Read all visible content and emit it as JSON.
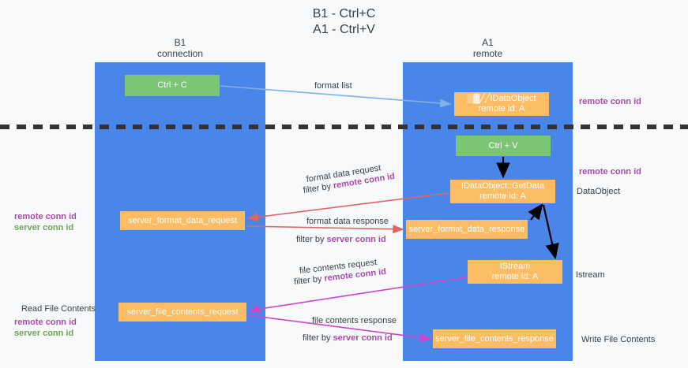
{
  "title": "B1 - Ctrl+C\nA1 - Ctrl+V",
  "lanes": [
    {
      "id": "b1",
      "header": "B1\nconnection"
    },
    {
      "id": "a1",
      "header": "A1\nremote"
    }
  ],
  "nodes": {
    "ctrl_c": {
      "label": "Ctrl + C",
      "color": "#7cc576"
    },
    "ctrl_v": {
      "label": "Ctrl + V",
      "color": "#7cc576"
    },
    "idataobject": {
      "line1": "▒▓╱╱IDataObject",
      "line2": "remote id: A",
      "color": "#fbbc63"
    },
    "getdata": {
      "line1": "IDataObject::GetData",
      "line2": "remote id: A",
      "color": "#fbbc63"
    },
    "istream": {
      "line1": "IStream",
      "line2": "remote id: A",
      "color": "#fbbc63"
    },
    "server_format_data_request": {
      "label": "server_format_data_request",
      "color": "#fbbc63"
    },
    "server_format_data_response": {
      "label": "server_format_data_response",
      "color": "#fbbc63"
    },
    "server_file_contents_request": {
      "label": "server_file_contents_request",
      "color": "#fbbc63"
    },
    "server_file_contents_response": {
      "label": "server_file_contents_response",
      "color": "#fbbc63"
    }
  },
  "edge_labels": {
    "format_list": "format list",
    "format_data_request": "format data request",
    "format_data_request_filter_prefix": "filter by ",
    "format_data_request_filter_key": "remote conn id",
    "format_data_response": "format data response",
    "format_data_response_filter_prefix": "filter by ",
    "format_data_response_filter_key": "server conn id",
    "file_contents_request": "file contents request",
    "file_contents_request_filter_prefix": "filter by ",
    "file_contents_request_filter_key": "remote conn id",
    "file_contents_response": "file contents response",
    "file_contents_response_filter_prefix": "filter by ",
    "file_contents_response_filter_key": "server conn id"
  },
  "side_labels": {
    "left_remote_conn_id": "remote conn id",
    "left_server_conn_id": "server conn id",
    "read_file_contents": "Read File Contents",
    "left_remote_conn_id_2": "remote conn id",
    "left_server_conn_id_2": "server conn id",
    "right_remote_conn_id_1": "remote conn id",
    "right_remote_conn_id_2": "remote conn id",
    "right_dataobject": "DataObject",
    "right_istream": "Istream",
    "right_write_file_contents": "Write File Contents"
  },
  "colors": {
    "lane": "#4a86e8",
    "green_node": "#7cc576",
    "orange_node": "#fbbc63",
    "purple_text": "#a64ca6",
    "green_text": "#6aa84f",
    "red_arrow": "#e06666",
    "magenta_arrow": "#cc44cc",
    "blue_arrow": "#7fb2e5",
    "black_arrow": "#000000",
    "divider": "#333333",
    "background": "#f8f9fa"
  }
}
